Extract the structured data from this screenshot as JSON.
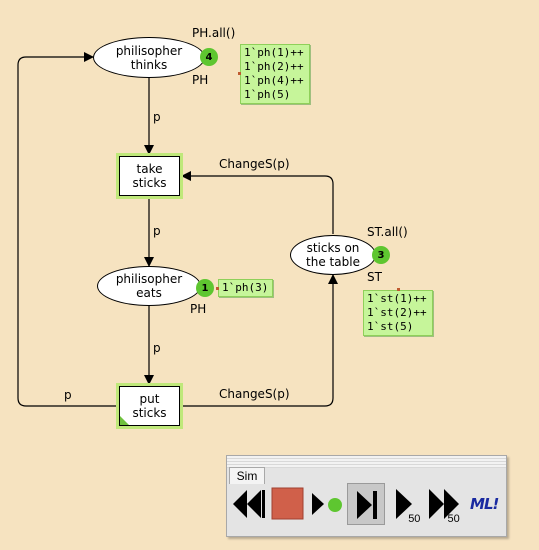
{
  "places": {
    "thinks": {
      "name": "philisopher\nthinks",
      "init": "PH.all()",
      "type": "PH",
      "tokens": "4",
      "marking": [
        "1`ph(1)++",
        "1`ph(2)++",
        "1`ph(4)++",
        "1`ph(5)"
      ]
    },
    "eats": {
      "name": "philisopher\neats",
      "type": "PH",
      "tokens": "1",
      "marking": [
        "1`ph(3)"
      ]
    },
    "sticks": {
      "name": "sticks on\nthe table",
      "init": "ST.all()",
      "type": "ST",
      "tokens": "3",
      "marking": [
        "1`st(1)++",
        "1`st(2)++",
        "1`st(5)"
      ]
    }
  },
  "transitions": {
    "take": {
      "name": "take\nsticks"
    },
    "put": {
      "name": "put\nsticks"
    }
  },
  "arcs": {
    "thinks_take": "p",
    "take_eats": "p",
    "eats_put": "p",
    "put_thinks": "p",
    "sticks_take": "ChangeS(p)",
    "put_sticks": "ChangeS(p)"
  },
  "toolbar": {
    "tab": "Sim",
    "step50a": "50",
    "step50b": "50",
    "ml_label": "ML!",
    "icons": [
      "rewind-icon",
      "stop-icon",
      "play-single-icon",
      "step-icon",
      "play-50-icon",
      "fast-forward-50-icon",
      "ml-evaluate-icon"
    ]
  },
  "colors": {
    "background": "#f6e3c0",
    "token": "#5ec630",
    "marking": "#c6f59a",
    "transition_glow": "#bfe87a",
    "stop": "#d0604a"
  }
}
